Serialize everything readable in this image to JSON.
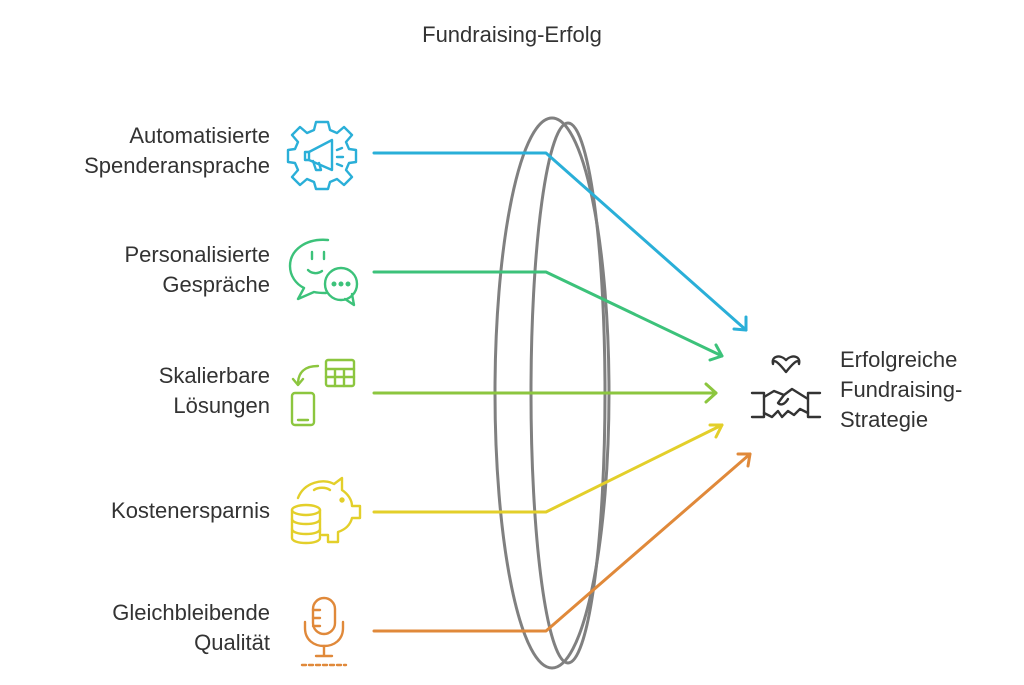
{
  "title": "Fundraising-Erfolg",
  "inputs": [
    {
      "line1": "Automatisierte",
      "line2": "Spenderansprache",
      "icon": "megaphone-gear-icon",
      "color": "#2AAFD8"
    },
    {
      "line1": "Personalisierte",
      "line2": "Gespräche",
      "icon": "chat-bubbles-icon",
      "color": "#3CC27A"
    },
    {
      "line1": "Skalierbare",
      "line2": "Lösungen",
      "icon": "scalable-devices-icon",
      "color": "#8CC63F"
    },
    {
      "line1": "Kostenersparnis",
      "line2": "",
      "icon": "piggy-bank-coins-icon",
      "color": "#E3CF2A"
    },
    {
      "line1": "Gleichbleibende",
      "line2": "Qualität",
      "icon": "microphone-icon",
      "color": "#E0893A"
    }
  ],
  "result": {
    "line1": "Erfolgreiche",
    "line2": "Fundraising-",
    "line3": "Strategie",
    "icon": "handshake-heart-icon"
  },
  "lens_color": "#808080"
}
